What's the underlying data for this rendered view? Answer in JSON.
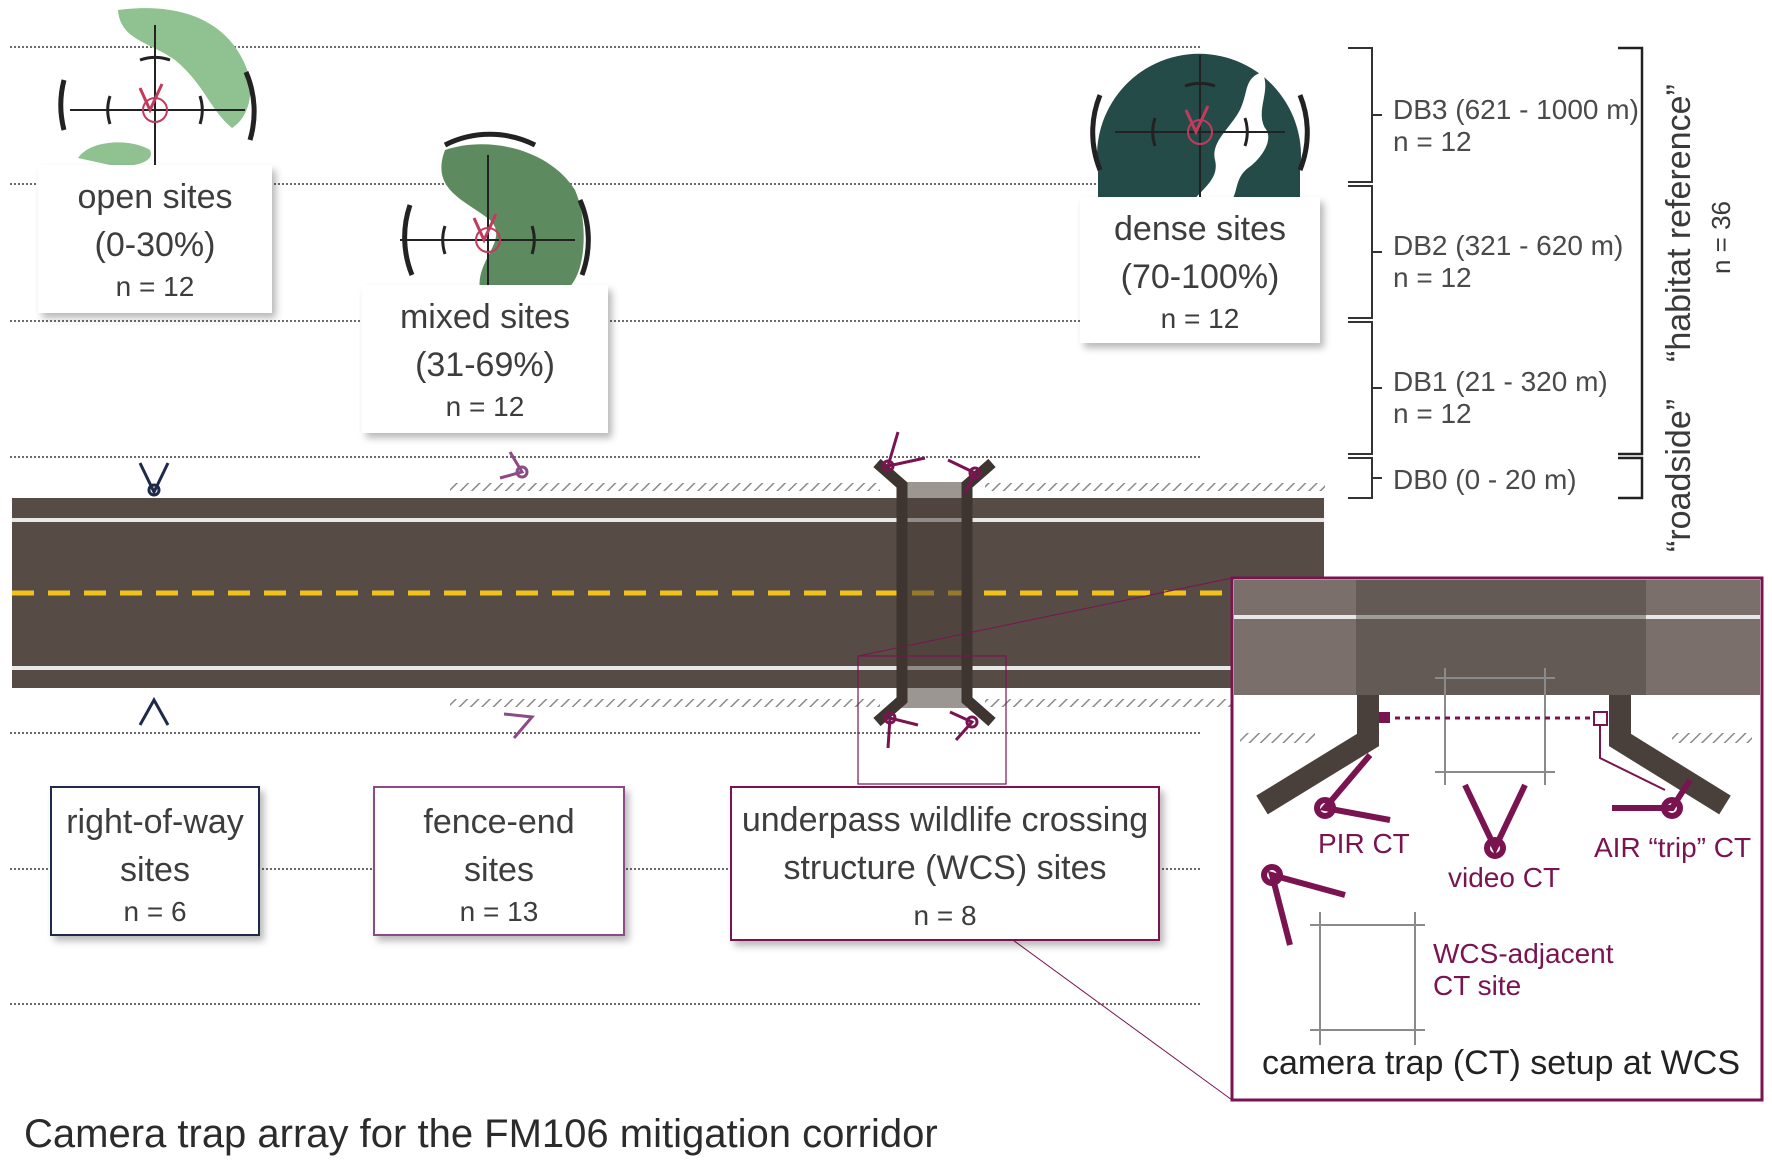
{
  "caption": "Camera trap array for the FM106 mitigation corridor",
  "habitat_sites": [
    {
      "title": "open sites",
      "range": "(0-30%)",
      "n": "n = 12"
    },
    {
      "title": "mixed sites",
      "range": "(31-69%)",
      "n": "n = 12"
    },
    {
      "title": "dense sites",
      "range": "(70-100%)",
      "n": "n = 12"
    }
  ],
  "roadside_sites": [
    {
      "line1": "right-of-way",
      "line2": "sites",
      "n": "n = 6"
    },
    {
      "line1": "fence-end",
      "line2": "sites",
      "n": "n = 13"
    },
    {
      "line1": "underpass wildlife crossing",
      "line2": "structure (WCS) sites",
      "n": "n = 8"
    }
  ],
  "distance_bands": [
    {
      "name": "DB3 (621 - 1000 m)",
      "n": "n = 12"
    },
    {
      "name": "DB2 (321 - 620 m)",
      "n": "n = 12"
    },
    {
      "name": "DB1 (21 - 320 m)",
      "n": "n = 12"
    },
    {
      "name": "DB0 (0 - 20 m)",
      "n": ""
    }
  ],
  "groupings": {
    "habitat_reference": "“habitat reference”",
    "habitat_n": "n = 36",
    "roadside": "“roadside”"
  },
  "inset": {
    "title": "camera trap (CT) setup at WCS",
    "pir": "PIR CT",
    "video": "video CT",
    "air": "AIR “trip” CT",
    "adjacent_1": "WCS-adjacent",
    "adjacent_2": "CT site"
  },
  "colors": {
    "road": "#574b45",
    "centerline": "#f2c21b",
    "ct_marker": "#7a1450",
    "open_veg": "#8fc290",
    "mixed_veg": "#5d8b5f",
    "dense_veg": "#244b47",
    "row_box_border": "#1f2a4a",
    "fence_box_border": "#8c4a86",
    "wcs_box_border": "#7a1450"
  }
}
